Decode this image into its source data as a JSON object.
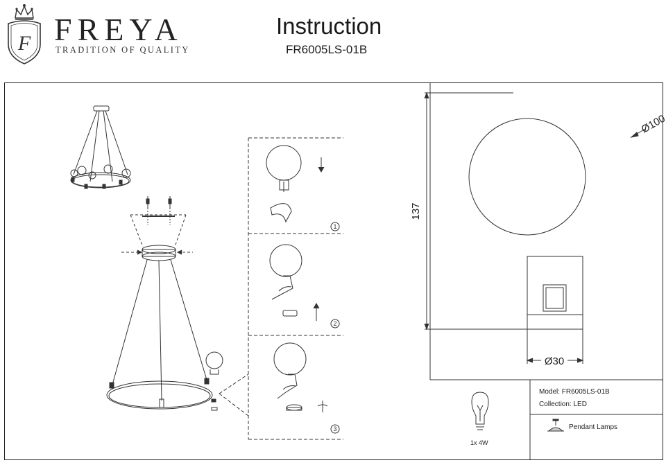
{
  "brand": {
    "crest_letter": "F",
    "name": "FREYA",
    "tagline": "TRADITION OF QUALITY"
  },
  "document": {
    "title": "Instruction",
    "code": "FR6005LS-01B"
  },
  "dimensions": {
    "diameter_globe": "Ø100",
    "height": "137",
    "diameter_base": "Ø30"
  },
  "steps": [
    "1",
    "2",
    "3"
  ],
  "info": {
    "model": "Model: FR6005LS-01B",
    "collection": "Collection: LED",
    "type": "Pendant Lamps",
    "bulb": "1x 4W"
  }
}
